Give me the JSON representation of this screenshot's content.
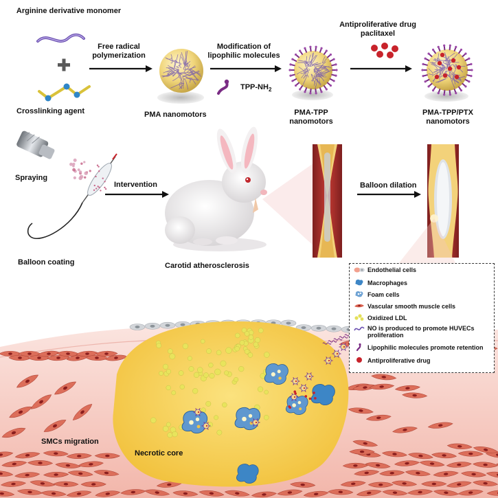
{
  "synthesis": {
    "monomer_label": "Arginine derivative monomer",
    "plus_sign": "+",
    "crosslinker_label": "Crosslinking agent",
    "step1_label": "Free radical polymerization",
    "pma_label": "PMA nanomotors",
    "step2_label": "Modification of lipophilic molecules",
    "tpp_label": "TPP-NH",
    "tpp_subscript": "2",
    "pma_tpp_label": "PMA-TPP nanomotors",
    "drug_label": "Antiproliferative drug paclitaxel",
    "final_label": "PMA-TPP/PTX nanomotors"
  },
  "procedure": {
    "spraying_label": "Spraying",
    "balloon_coating_label": "Balloon coating",
    "intervention_label": "Intervention",
    "rabbit_label": "Carotid atherosclerosis",
    "balloon_dilation_label": "Balloon dilation"
  },
  "legend": {
    "items": [
      {
        "label": "Endothelial cells",
        "icon": "endothelial-cell-icon"
      },
      {
        "label": "Macrophages",
        "icon": "macrophage-icon"
      },
      {
        "label": "Foam cells",
        "icon": "foam-cell-icon"
      },
      {
        "label": "Vascular smooth muscle cells",
        "icon": "smc-icon"
      },
      {
        "label": "Oxidized LDL",
        "icon": "ldl-icon"
      },
      {
        "label": "NO is produced to promote HUVECs proliferation",
        "icon": "no-wave-icon"
      },
      {
        "label": "Lipophilic molecules promote retention",
        "icon": "lipophilic-icon"
      },
      {
        "label": "Antiproliferative drug",
        "icon": "drug-dot-icon"
      }
    ]
  },
  "plaque": {
    "smc_migration_label": "SMCs migration",
    "necrotic_core_label": "Necrotic core"
  },
  "colors": {
    "plaque_yellow": "#f5cf4c",
    "vessel_pink": "#f3c0b8",
    "smc_red": "#d9604e",
    "macrophage_blue": "#3d86c6",
    "drug_red": "#c8232b",
    "polymer_purple": "#6a4fb0"
  }
}
